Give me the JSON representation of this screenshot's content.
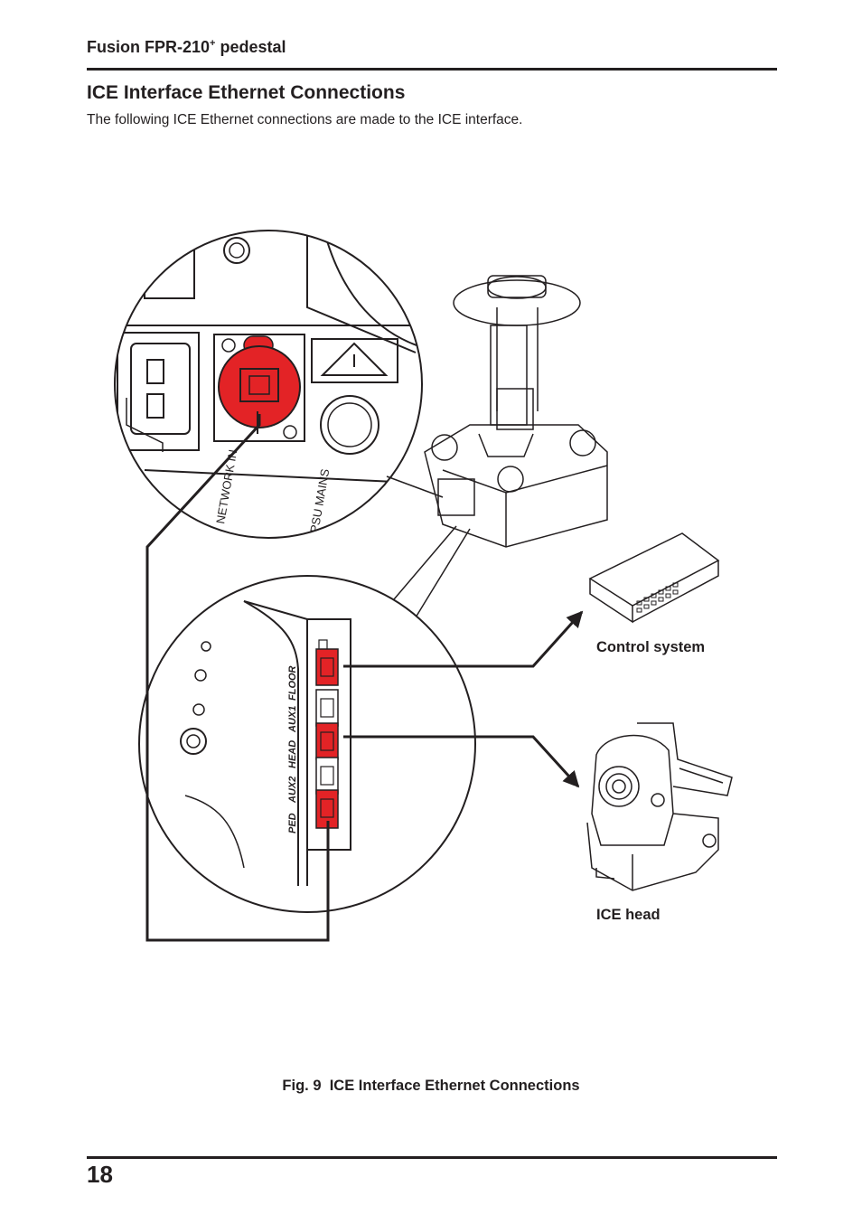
{
  "header": {
    "product": "Fusion FPR-210",
    "sup": "+",
    "suffix": " pedestal"
  },
  "section": {
    "title": "ICE Interface Ethernet Connections",
    "intro": "The following ICE Ethernet connections are made to the ICE interface."
  },
  "figure": {
    "labels": {
      "control_system": "Control system",
      "ice_head": "ICE head"
    },
    "port_labels": [
      "FLOOR",
      "AUX1",
      "HEAD",
      "AUX2",
      "PED"
    ],
    "panel_labels": [
      "NETWORK IN",
      "PSU MAINS"
    ],
    "caption_number": "Fig. 9",
    "caption_text": "ICE Interface Ethernet Connections",
    "colors": {
      "highlight": "#e32326",
      "line": "#231f20"
    }
  },
  "footer": {
    "page_number": "18"
  }
}
